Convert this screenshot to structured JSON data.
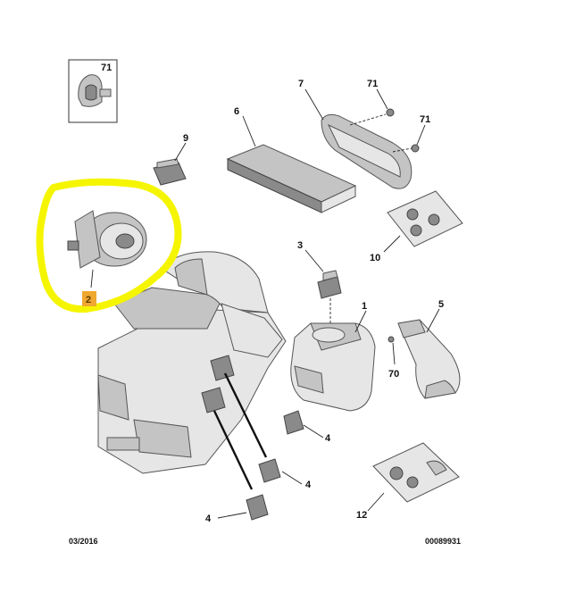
{
  "diagram": {
    "callouts": {
      "c71_box": "71",
      "c7": "7",
      "c71_a": "71",
      "c71_b": "71",
      "c6": "6",
      "c9": "9",
      "c10": "10",
      "c3": "3",
      "c1": "1",
      "c5": "5",
      "c70": "70",
      "c2": "2",
      "c4_a": "4",
      "c4_b": "4",
      "c4_c": "4",
      "c12": "12"
    },
    "footer": {
      "date": "03/2016",
      "reference": "00089931"
    },
    "highlight_color": "#f5f500",
    "badge_color": "#f0a830"
  }
}
